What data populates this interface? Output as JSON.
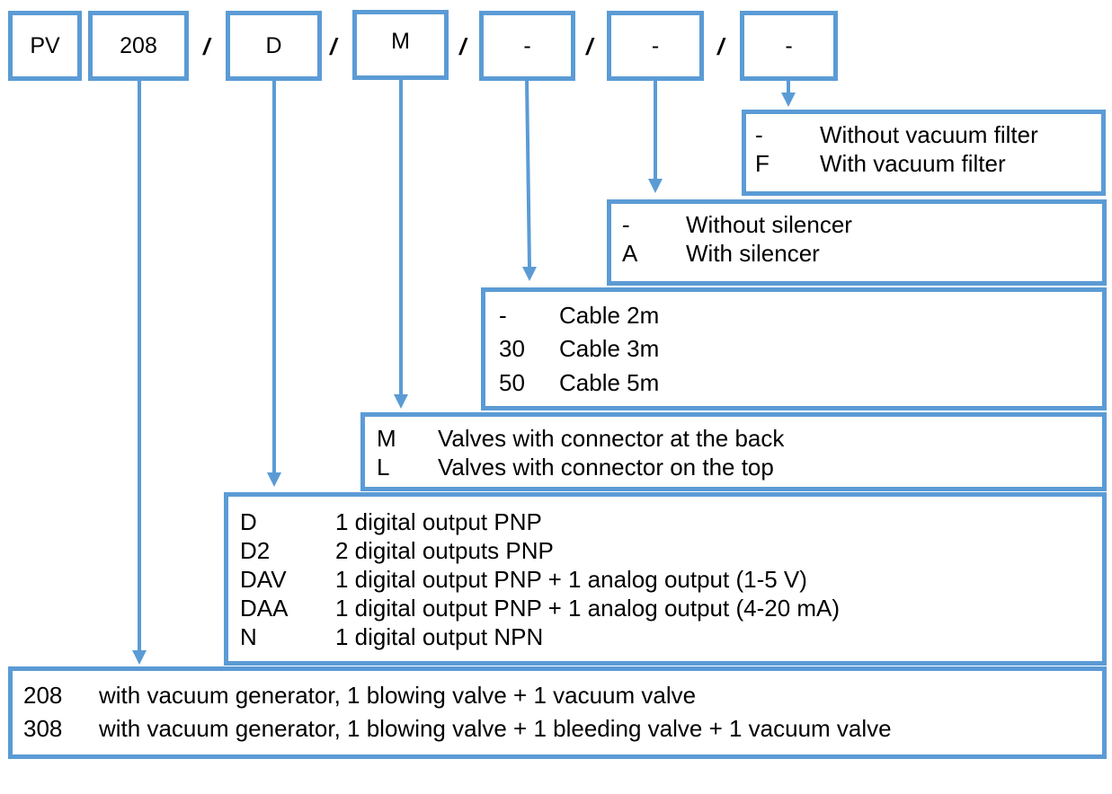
{
  "code": {
    "segments": [
      "PV",
      "208",
      "D",
      "M",
      "-",
      "-",
      "-"
    ],
    "separator": "/"
  },
  "options": {
    "filter": [
      {
        "key": "-",
        "label": "Without vacuum filter"
      },
      {
        "key": "F",
        "label": "With vacuum filter"
      }
    ],
    "silencer": [
      {
        "key": "-",
        "label": "Without silencer"
      },
      {
        "key": "A",
        "label": "With silencer"
      }
    ],
    "cable": [
      {
        "key": "-",
        "label": "Cable 2m"
      },
      {
        "key": "30",
        "label": "Cable 3m"
      },
      {
        "key": "50",
        "label": "Cable 5m"
      }
    ],
    "connector": [
      {
        "key": "M",
        "label": "Valves with connector at the back"
      },
      {
        "key": "L",
        "label": "Valves with connector on the top"
      }
    ],
    "output": [
      {
        "key": "D",
        "label": "1 digital output PNP"
      },
      {
        "key": "D2",
        "label": "2 digital outputs PNP"
      },
      {
        "key": "DAV",
        "label": "1 digital output PNP + 1 analog output (1-5 V)"
      },
      {
        "key": "DAA",
        "label": "1 digital output PNP + 1 analog output (4-20 mA)"
      },
      {
        "key": "N",
        "label": "1 digital output NPN"
      }
    ],
    "model": [
      {
        "key": "208",
        "label": "with vacuum generator, 1 blowing valve + 1 vacuum valve"
      },
      {
        "key": "308",
        "label": "with vacuum generator, 1 blowing valve + 1 bleeding valve + 1 vacuum valve"
      }
    ]
  },
  "colors": {
    "accent": "#5b9bd5"
  }
}
